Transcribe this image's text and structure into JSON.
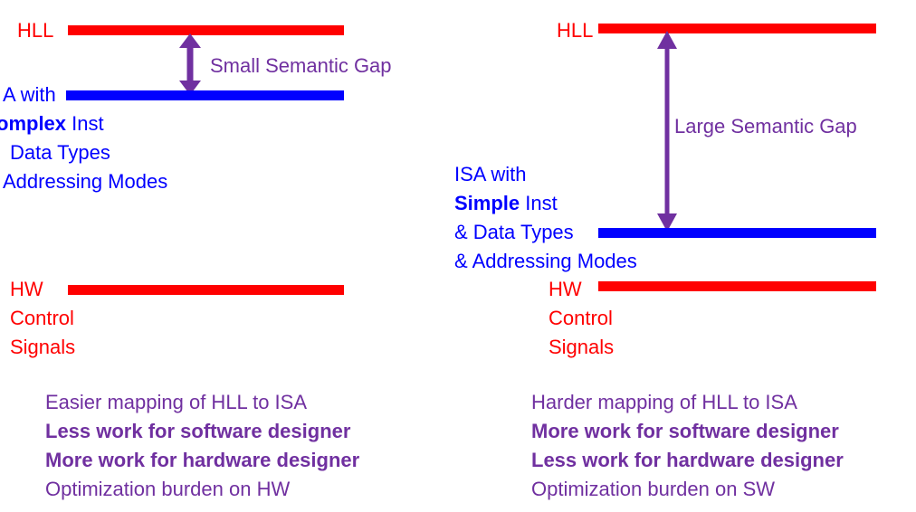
{
  "colors": {
    "hll": "#ff0000",
    "hw": "#ff0000",
    "isa": "#0000ff",
    "gap": "#7030a0"
  },
  "left": {
    "hll_label": "HLL",
    "gap_label": "Small Semantic Gap",
    "isa_line1": "A with",
    "isa_bold": "omplex",
    "isa_line2_rest": " Inst",
    "isa_line3": "Data Types",
    "isa_line4": "Addressing Modes",
    "hw_label": "HW",
    "control_label": "Control",
    "signals_label": "Signals",
    "notes": [
      "Easier mapping of HLL to ISA",
      "Less work for software designer",
      "More work for hardware designer",
      "Optimization burden on HW"
    ]
  },
  "right": {
    "hll_label": "HLL",
    "gap_label": "Large Semantic Gap",
    "isa_line1": "ISA with",
    "isa_bold": "Simple",
    "isa_line2_rest": " Inst",
    "isa_line3": "& Data Types",
    "isa_line4": "& Addressing Modes",
    "hw_label": "HW",
    "control_label": "Control",
    "signals_label": "Signals",
    "notes": [
      "Harder mapping of HLL to ISA",
      "More work for software designer",
      "Less work for hardware designer",
      "Optimization burden on SW"
    ]
  }
}
